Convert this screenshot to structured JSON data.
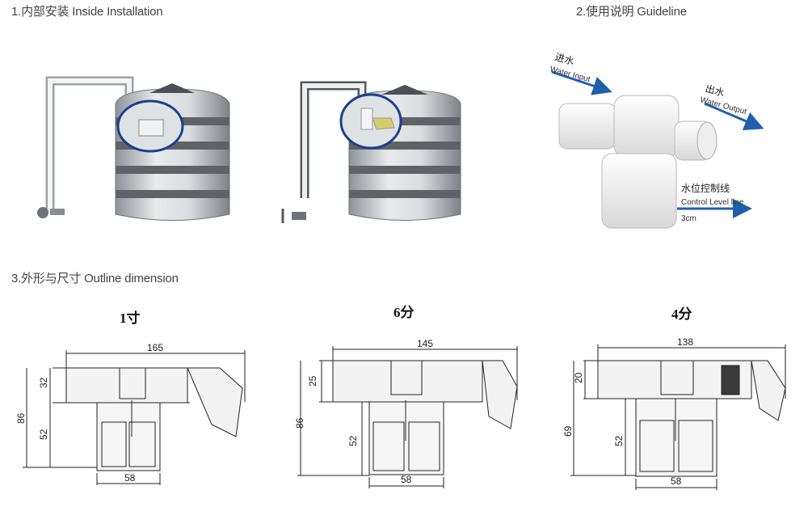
{
  "sections": {
    "install": {
      "title": "1.内部安装 Inside Installation"
    },
    "guide": {
      "title": "2.使用说明 Guideline"
    },
    "outline": {
      "title": "3.外形与尺寸 Outline dimension"
    }
  },
  "guideline_labels": {
    "input_zh": "进水",
    "input_en": "Water Input",
    "output_zh": "出水",
    "output_en": "Water Output",
    "level_zh": "水位控制线",
    "level_en": "Control Level line",
    "level_offset": "3cm"
  },
  "drawings": [
    {
      "size_label": "1寸",
      "length": "165",
      "pipe_height": "32",
      "total_height": "86",
      "body_height": "52",
      "body_width": "58"
    },
    {
      "size_label": "6分",
      "length": "145",
      "pipe_height": "25",
      "total_height": "86",
      "body_height": "52",
      "body_width": "58"
    },
    {
      "size_label": "4分",
      "length": "138",
      "pipe_height": "20",
      "total_height": "69",
      "body_height": "52",
      "body_width": "58"
    }
  ],
  "colors": {
    "arrow": "#1f5fae",
    "circle": "#1c3f8c",
    "tank": "#cfd2d5",
    "tank_dark": "#6e7378"
  }
}
